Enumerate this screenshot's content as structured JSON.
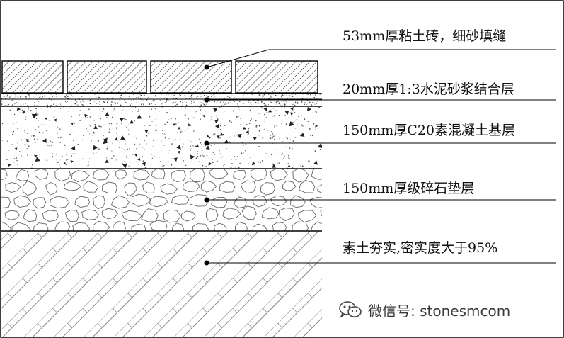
{
  "layers": [
    {
      "label": "53mm厚粘土砖，细砂填缝"
    },
    {
      "label": "20mm厚1:3水泥砂浆结合层"
    },
    {
      "label": "150mm厚C20素混凝土基层"
    },
    {
      "label": "150mm厚级碎石垫层"
    },
    {
      "label": "素土夯实,密实度大于95%"
    }
  ],
  "watermark": {
    "text": "微信号: stonesmcom",
    "icon": "wechat-icon"
  }
}
